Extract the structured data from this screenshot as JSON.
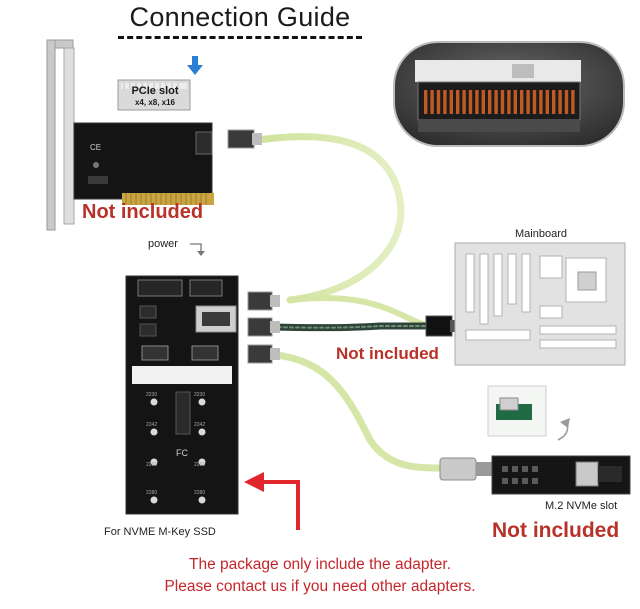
{
  "title": "Connection Guide",
  "pcie_label": {
    "line1": "PCIe slot",
    "line2": "x4, x8, x16"
  },
  "labels": {
    "not_included_1": "Not included",
    "not_included_2": "Not included",
    "not_included_3": "Not included",
    "power": "power",
    "mainboard": "Mainboard",
    "m2_slot": "M.2 NVMe slot",
    "ssd": "For NVME M-Key SSD"
  },
  "notes": {
    "line1": "The package only include the adapter.",
    "line2": "Please contact us if you need other adapters."
  },
  "colors": {
    "accent_red": "#c6262a",
    "cable_green": "#d5e6a6",
    "pcb_black": "#141414",
    "arrow_blue": "#2a7fd4"
  }
}
